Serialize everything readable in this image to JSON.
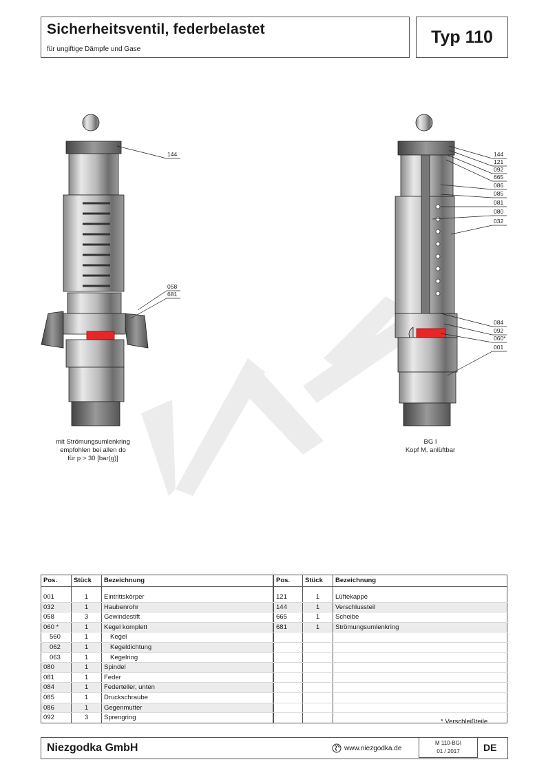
{
  "header": {
    "title": "Sicherheitsventil, federbelastet",
    "subtitle": "für ungiftige Dämpfe und Gase",
    "type": "Typ 110"
  },
  "drawings": {
    "left": {
      "callouts": [
        "144",
        "058",
        "681"
      ],
      "caption": [
        "mit Strömungsumlenkring",
        "empfohlen bei allen do",
        "für  p > 30 [bar(g)]"
      ]
    },
    "right": {
      "callouts": [
        "144",
        "121",
        "092",
        "665",
        "086",
        "085",
        "081",
        "080",
        "032",
        "084",
        "092",
        "060*",
        "001"
      ],
      "caption": [
        "BG I",
        "Kopf M. anlüftbar"
      ]
    }
  },
  "table": {
    "headers": [
      "Pos.",
      "Stück",
      "Bezeichnung"
    ],
    "left_rows": [
      [
        "001",
        "1",
        "Eintrittskörper"
      ],
      [
        "032",
        "1",
        "Haubenrohr"
      ],
      [
        "058",
        "3",
        "Gewindestift"
      ],
      [
        "060 *",
        "1",
        "Kegel komplett"
      ],
      [
        "560",
        "1",
        "Kegel"
      ],
      [
        "062",
        "1",
        "Kegeldichtung"
      ],
      [
        "063",
        "1",
        "Kegelring"
      ],
      [
        "080",
        "1",
        "Spindel"
      ],
      [
        "081",
        "1",
        "Feder"
      ],
      [
        "084",
        "1",
        "Federteller, unten"
      ],
      [
        "085",
        "1",
        "Druckschraube"
      ],
      [
        "086",
        "1",
        "Gegenmutter"
      ],
      [
        "092",
        "3",
        "Sprengring"
      ]
    ],
    "right_rows": [
      [
        "121",
        "1",
        "Lüftekappe"
      ],
      [
        "144",
        "1",
        "Verschlussteil"
      ],
      [
        "665",
        "1",
        "Scheibe"
      ],
      [
        "681",
        "1",
        "Strömungsumlenkring"
      ]
    ],
    "footnote": "* Verschleißteile"
  },
  "footer": {
    "company": "Niezgodka GmbH",
    "website": "www.niezgodka.de",
    "doc_code": "M 110-BGI",
    "date": "01 / 2017",
    "language": "DE"
  },
  "colors": {
    "seal_red": "#e8262a",
    "watermark": "#e6e6e6"
  }
}
